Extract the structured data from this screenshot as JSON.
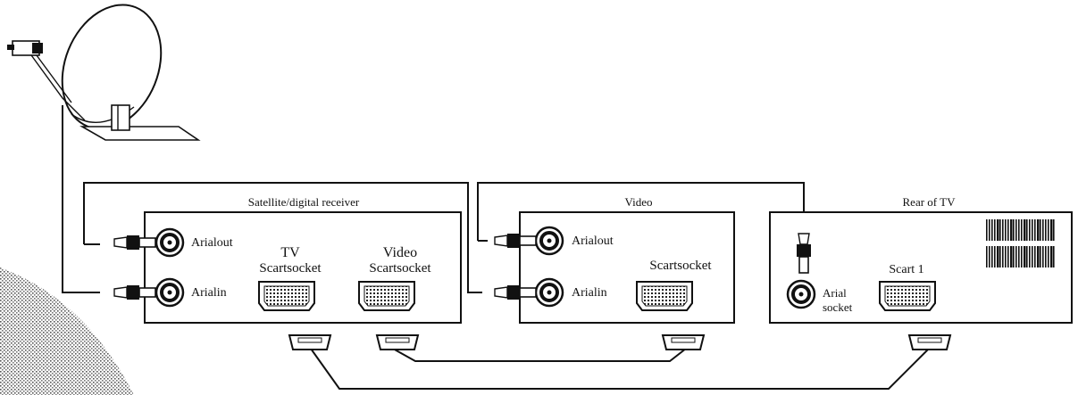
{
  "devices": {
    "receiver": {
      "title": "Satellite/digital receiver",
      "aerial_out": "Arialout",
      "aerial_in": "Arialin",
      "tv_scart_line1": "TV",
      "tv_scart_line2": "Scartsocket",
      "video_scart_line1": "Video",
      "video_scart_line2": "Scartsocket"
    },
    "video": {
      "title": "Video",
      "aerial_out": "Arialout",
      "aerial_in": "Arialin",
      "scart": "Scartsocket"
    },
    "tv": {
      "title": "Rear of TV",
      "aerial_line1": "Arial",
      "aerial_line2": "socket",
      "scart": "Scart 1"
    }
  },
  "icons": [
    "satellite-dish-icon",
    "rf-plug-icon",
    "coax-socket-icon",
    "scart-socket-icon",
    "scart-plug-icon",
    "vent-grille-icon"
  ]
}
